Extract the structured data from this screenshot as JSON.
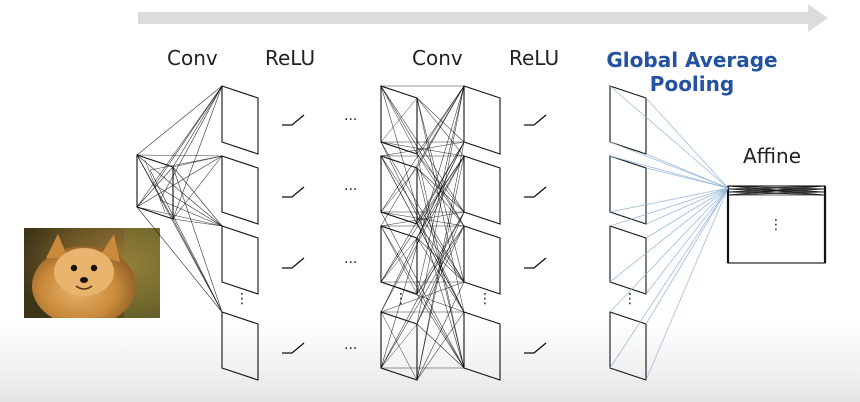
{
  "labels": {
    "conv_1": "Conv",
    "relu_1": "ReLU",
    "conv_2": "Conv",
    "relu_2": "ReLU",
    "gap_line1": "Global Average",
    "gap_line2": "Pooling",
    "affine": "Affine"
  },
  "glyphs": {
    "ellipsis_h": "···",
    "ellipsis_v": "⋮"
  },
  "colors": {
    "accent_blue": "#2352a3",
    "arrow_gray": "#dcdcdc",
    "line_blue": "#8fb0d8",
    "stroke": "#111111"
  }
}
